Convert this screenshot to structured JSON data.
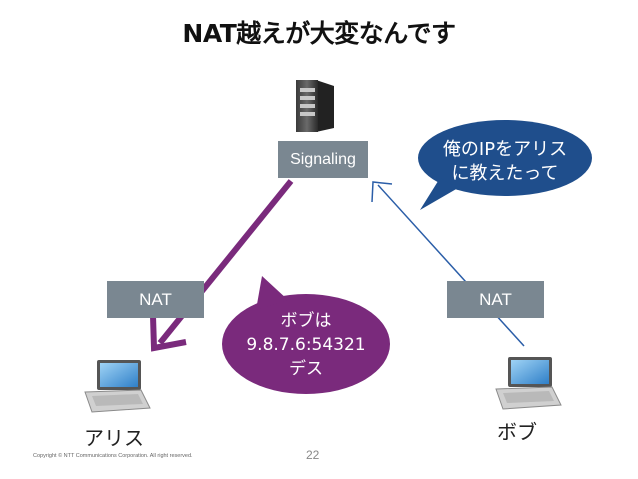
{
  "title": "NAT越えが大変なんです",
  "signaling_label": "Signaling",
  "nat_left_label": "NAT",
  "nat_right_label": "NAT",
  "bubble_bob": {
    "line1": "俺のIPをアリス",
    "line2": "に教えたって"
  },
  "bubble_signaling": {
    "line1": "ボブは",
    "line2": "9.8.7.6:54321",
    "line3": "デス"
  },
  "alice_label": "アリス",
  "bob_label": "ボブ",
  "copyright": "Copyright © NTT Communications Corporation. All right reserved.",
  "page_number": "22",
  "colors": {
    "purple": "#7a2a7c",
    "blue_bubble": "#1f4e8c",
    "blue_arrow": "#2b5ea8",
    "gray_box": "#7a8791"
  }
}
